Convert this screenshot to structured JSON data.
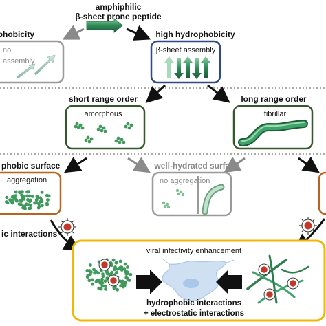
{
  "top": {
    "line1": "amphiphilic",
    "line2": "β-sheet prone peptide"
  },
  "left_branch": {
    "title": "hydrophobicity",
    "box_line1": "no",
    "box_line2": "assembly"
  },
  "right_branch": {
    "title": "high hydrophobicity",
    "box_label": "β-sheet assembly"
  },
  "order": {
    "short_title": "short range order",
    "short_box": "amorphous",
    "long_title": "long range order",
    "long_box": "fibrillar"
  },
  "surfaces": {
    "left_title": "phobic surface",
    "left_box": "aggregation",
    "middle_title": "well-hydrated surface",
    "middle_box": "no aggregation"
  },
  "interactions": {
    "left_label": "ic interactions"
  },
  "enhancement": {
    "title": "viral infectivity enhancement",
    "footer_line1": "hydrophobic interactions",
    "footer_line2": "+ electrostatic interactions"
  },
  "colors": {
    "grey": "#9a9a9a",
    "blue": "#2f4a86",
    "dark_green": "#35592b",
    "orange": "#b8641e",
    "yellow": "#f2b705",
    "peptide": "#2e8b57",
    "virus_red": "#c0392b",
    "cell": "#a9c7e8"
  }
}
